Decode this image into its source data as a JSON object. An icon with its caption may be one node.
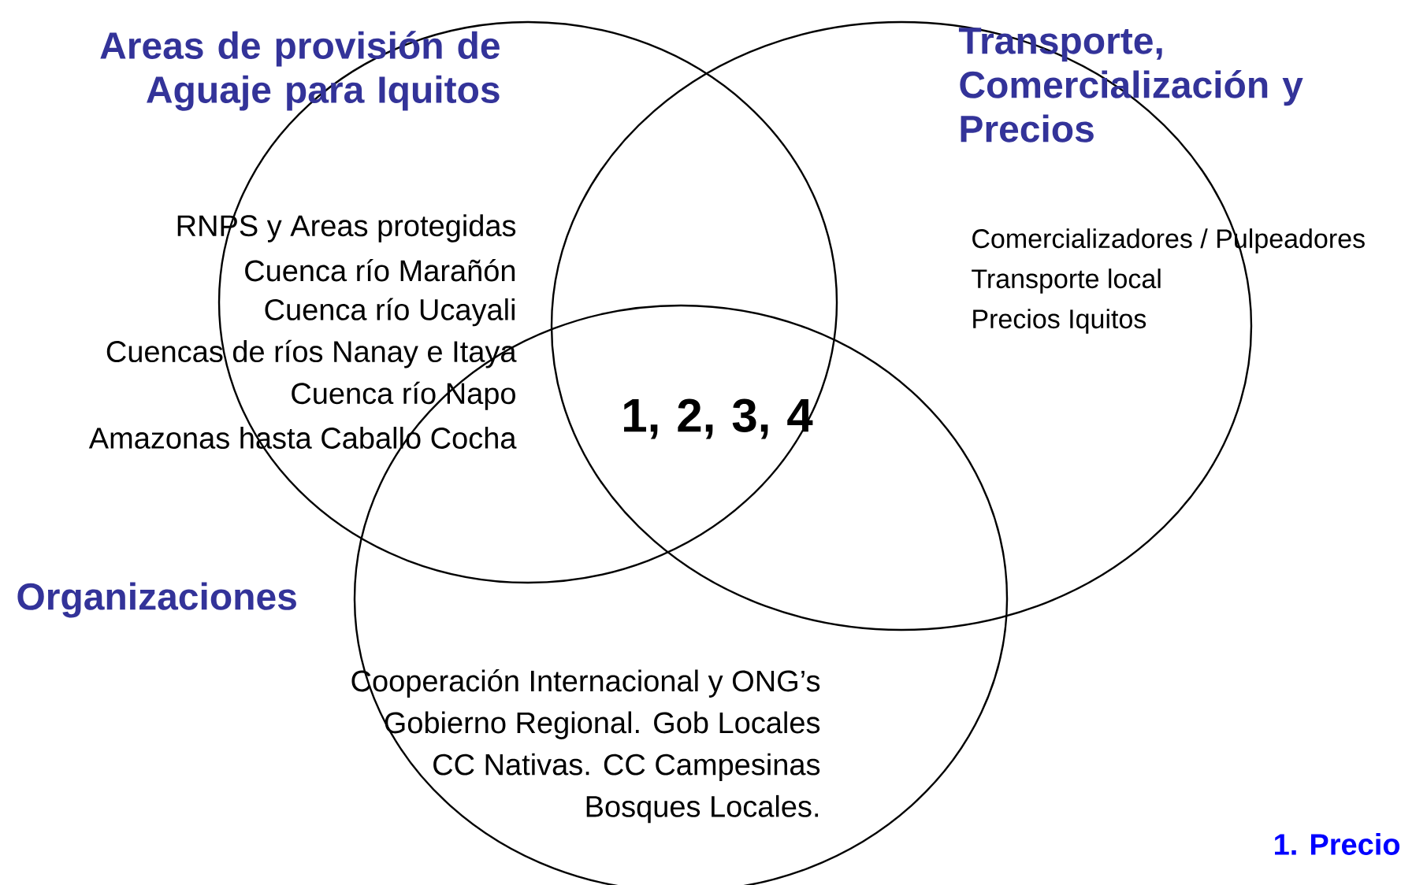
{
  "diagram": {
    "nodes": [
      {
        "text": [
          "Areas de provisión de Aguaje para Iquitos",
          "RNPS y Areas protegidas",
          "Cuenca río Marañón",
          "Cuenca río Ucayali",
          "Cuencas de ríos Nanay e Itaya",
          "Cuenca río Napo",
          "Amazonas  hasta Caballo Cocha"
        ]
      },
      {
        "text": [
          "Transporte, Comercialización y Precios",
          "Comercializadores / Pulpeadores",
          "Transporte local",
          "Precios Iquitos"
        ]
      },
      {
        "text": [
          "Organizaciones",
          "Cooperación Internacional y ONG’s",
          "Gobierno Regional. Gob Locales",
          "CC Nativas. CC Campesinas",
          "Bosques Locales."
        ]
      }
    ],
    "edges": [],
    "labels": [
      "1, 2, 3, 4",
      "1. Precio"
    ]
  }
}
